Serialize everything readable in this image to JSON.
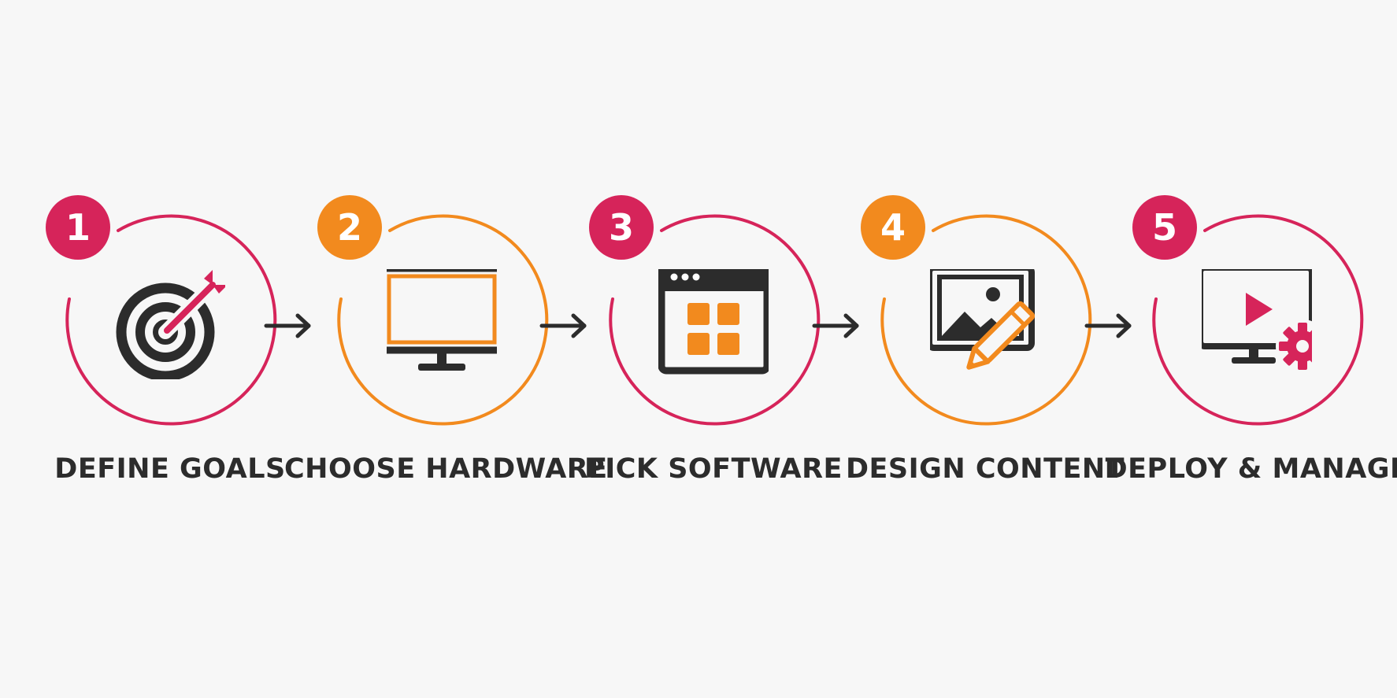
{
  "colors": {
    "magenta": "#d6245a",
    "orange": "#f28a1e",
    "dark": "#2c2c2c",
    "background": "#f7f7f7"
  },
  "steps": [
    {
      "number": "1",
      "label": "DEFINE GOALS",
      "color": "magenta",
      "icon": "target-arrow-icon"
    },
    {
      "number": "2",
      "label": "CHOOSE HARDWARE",
      "color": "orange",
      "icon": "monitor-icon"
    },
    {
      "number": "3",
      "label": "PICK SOFTWARE",
      "color": "magenta",
      "icon": "app-window-icon"
    },
    {
      "number": "4",
      "label": "DESIGN CONTENT",
      "color": "orange",
      "icon": "image-edit-icon"
    },
    {
      "number": "5",
      "label": "DEPLOY & MANAGE",
      "color": "magenta",
      "icon": "monitor-play-gear-icon"
    }
  ]
}
